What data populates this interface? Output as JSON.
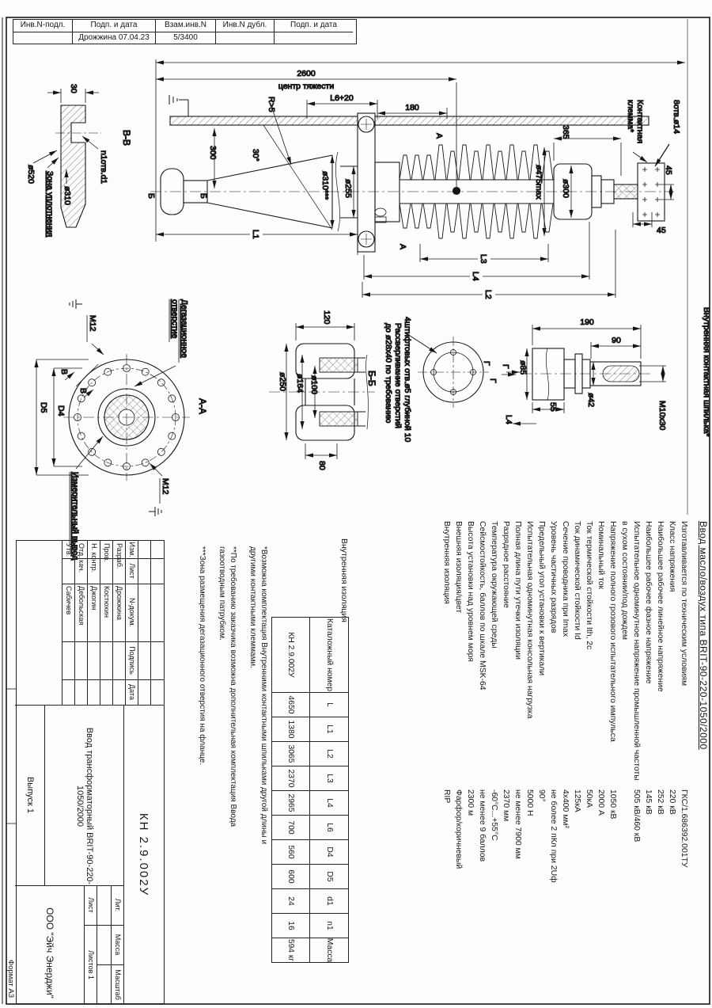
{
  "header_strip": {
    "columns": [
      "Инв.N-подл.",
      "Подп. и дата",
      "Взам.инв.N",
      "Инв.N дубл.",
      "Подп. и дата"
    ],
    "values": [
      "",
      "Дрожжина 07.04.23",
      "5/3400",
      "",
      ""
    ]
  },
  "spec": {
    "title": "Ввод масло/воздух типа BRIT-90-220-1050/2000",
    "items": [
      {
        "name": "Изготавливается по техническим условиям",
        "value": "ГКС/1.686392.001ТУ"
      },
      {
        "name": "Класс напряжения",
        "value": "220 кВ"
      },
      {
        "name": "Наибольшее рабочее линейное напряжение",
        "value": "252 кВ"
      },
      {
        "name": "Наибольшее рабочее фазное напряжение",
        "value": "145 кВ"
      },
      {
        "name": "Испытательное одноминутное напряжение промышленной частоты в сухом состоянии/под дождем",
        "value": "505 кВ/460 кВ"
      },
      {
        "name": "Напряжение полного грозового испытательного импульса",
        "value": "1050 кВ"
      },
      {
        "name": "Номинальный ток",
        "value": "2000 А"
      },
      {
        "name": "Ток термической стойкости Ith, 2с",
        "value": "50кА"
      },
      {
        "name": "Ток динамической стойкости Id",
        "value": "125кА"
      },
      {
        "name": "Сечение проводника при Imax",
        "value": "4х400 мм²"
      },
      {
        "name": "Уровень частичных разрядов",
        "value": "не более 2 пКл при 2Uф"
      },
      {
        "name": "Предельный угол установки к вертикали",
        "value": "90°"
      },
      {
        "name": "Испытательная одноминутная консольная нагрузка",
        "value": "5000 Н"
      },
      {
        "name": "Полная длина пути утечки изоляции",
        "value": "не менее 7900 мм"
      },
      {
        "name": "Разрядное расстояние",
        "value": "2370 мм"
      },
      {
        "name": "Температура окружающей среды",
        "value": "-60°С...+55°С"
      },
      {
        "name": "Сейсмостойкость, баллов по шкале MSK-64",
        "value": "не менее 9 баллов"
      },
      {
        "name": "Высота установки над уровнем моря",
        "value": "2300 м"
      },
      {
        "name": "Внешняя изоляция/цвет",
        "value": "Фарфор/коричневый"
      },
      {
        "name": "Внутренняя изоляция",
        "value": "RIP"
      }
    ]
  },
  "notes": [
    "*Возможна комплектация Внутренними контактными шпильками другой длины и другими контактными клеммами.",
    "**По требованию заказчика возможна дополнительная комплектация Ввода газоотводным патрубком.",
    "***Зона размещения дегазационного отверстия на фланце."
  ],
  "catalog": {
    "section_title": "Внутренняя изоляция",
    "headers": [
      "Каталожный номер",
      "L",
      "L1",
      "L2",
      "L3",
      "L4",
      "L6",
      "D4",
      "D5",
      "d1",
      "n1",
      "Масса"
    ],
    "values": [
      "КН 2.9.002У",
      "4650",
      "1380",
      "3065",
      "2370",
      "2965",
      "700",
      "560",
      "600",
      "24",
      "16",
      "594 кг"
    ]
  },
  "title_block": {
    "rev_headers": [
      "Изм.",
      "Лист",
      "N-докум.",
      "Подпись",
      "Дата"
    ],
    "sign_rows": [
      {
        "role": "Разраб.",
        "name": "Дрожжина"
      },
      {
        "role": "Пров.",
        "name": "Костюхин"
      },
      {
        "role": "Н. контр.",
        "name": "Джогин"
      },
      {
        "role": "Отд. кач.",
        "name": "Дебольская"
      },
      {
        "role": "Утв.",
        "name": "Сабичев"
      }
    ],
    "designation": "КН 2.9.002У",
    "doc_name": "Ввод трансформаторный BRIT-90-220-1050/2000",
    "issue": "Выпуск 1",
    "lit_label": "Лит.",
    "mass_label": "Масса",
    "scale_label": "Масштаб",
    "sheet_label": "Лист",
    "sheets_label": "Листов 1",
    "company": "ООО \"Эйч Энерджи\"",
    "format_label": "Формат А3"
  },
  "drawing": {
    "d2600": "2600",
    "cog": "центр тяжести",
    "r5": "R>5",
    "l6": "L6+20",
    "d180": "180",
    "d300v": "300",
    "a30": "30°",
    "d310s": "ø310***",
    "d255": "ø255",
    "bM": "Б",
    "l1": "L1",
    "d475": "ø475max",
    "d300d": "ø300",
    "d365": "365",
    "kk1": "Контактная",
    "kk2": "клемма*",
    "otv8": "8отв.ø14",
    "d45v": "45",
    "d45h": "45",
    "aM": "А",
    "l3": "L3",
    "l4": "L4",
    "l2": "L2",
    "bb_title": "В-В",
    "d30": "30",
    "d520": "ø520",
    "n1": "n1отв.d1",
    "zona": "Зона уплотнения",
    "d310": "ø310",
    "aa_title": "А-А",
    "m12": "M12",
    "degaz1": "Дегазационное",
    "degaz2": "отверстие",
    "vM": "В",
    "d4": "D4",
    "d5": "D5",
    "izm": "Измерительный вывод",
    "bb2_title": "Б-Б",
    "d120": "120",
    "d80": "80",
    "d250": "ø250",
    "d164": "ø164",
    "d100": "ø100",
    "note_pin": "4штифтовых отв.ø5 глубиной 10",
    "note_drill1": "Рассверливание отверстий",
    "note_drill2": "до ø28х40 по требованию",
    "gM": "Г",
    "d190": "190",
    "d90": "90",
    "d85": "ø85",
    "d55": "55",
    "d42": "ø42",
    "m10": "М10х30",
    "shpilka": "Внутренняя контактная шпилька*"
  }
}
